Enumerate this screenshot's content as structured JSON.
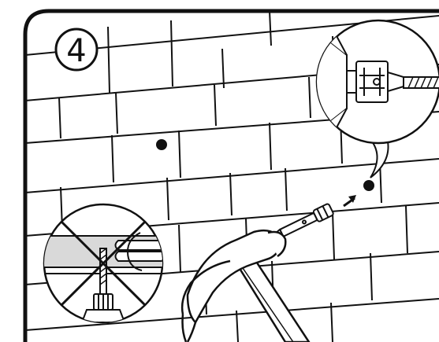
{
  "step": {
    "number": "4"
  },
  "illustration": {
    "panel": "installation-step",
    "wall": "brick-wall",
    "drilled_holes": 2,
    "callout_detail": "anchor-in-hole",
    "prohibited_detail": "anchor-near-pipes",
    "tools": [
      "hammer",
      "wall-anchor"
    ],
    "colors": {
      "ink": "#111111",
      "paper": "#ffffff",
      "pipe_fill": "#d9d9d9"
    }
  }
}
